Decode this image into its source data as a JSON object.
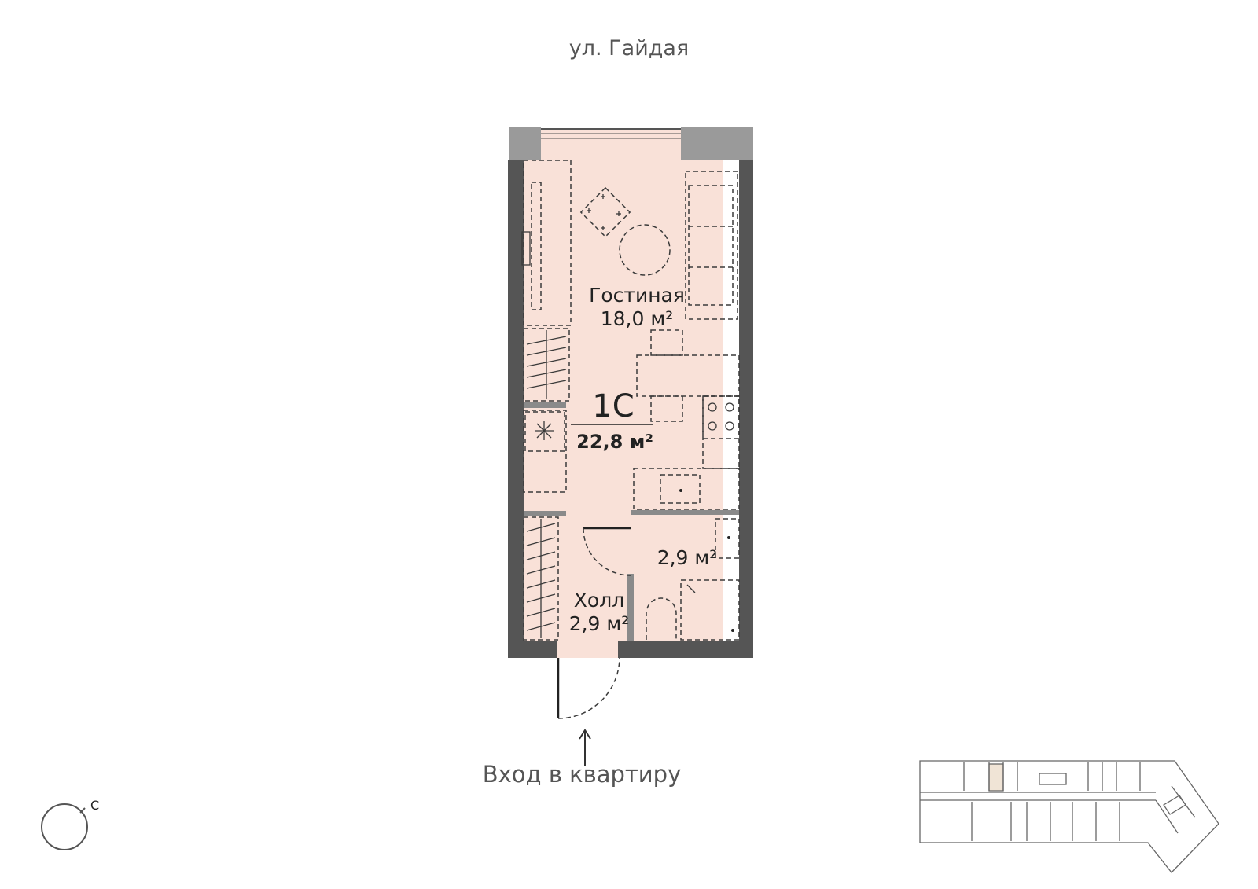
{
  "street": "ул. Гайдая",
  "apartment": {
    "type": "1С",
    "total_area": "22,8 м²"
  },
  "rooms": [
    {
      "name": "Гостиная",
      "area": "18,0 м²"
    },
    {
      "name": "",
      "area": "2,9 м²"
    },
    {
      "name": "Холл",
      "area": "2,9 м²"
    }
  ],
  "entrance_label": "Вход в квартиру",
  "compass": {
    "north": "С"
  },
  "colors": {
    "floor": "#f9e1d8",
    "wall": "#555555",
    "partition": "#8a8a8a",
    "outer_grey": "#9a9a9a",
    "highlight": "#f0e4d6"
  }
}
